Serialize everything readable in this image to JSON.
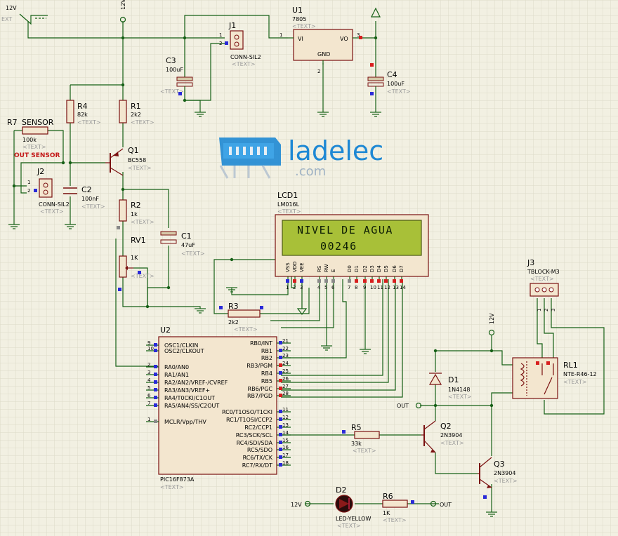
{
  "power": {
    "vcc": "12V",
    "ext": "EXT"
  },
  "components": {
    "u1": {
      "ref": "U1",
      "value": "7805",
      "vi": "VI",
      "vo": "VO",
      "gnd": "GND",
      "p1": "1",
      "p2": "2",
      "p3": "3"
    },
    "j1": {
      "ref": "J1",
      "value": "CONN-SIL2",
      "p1": "1",
      "p2": "2"
    },
    "c3": {
      "ref": "C3",
      "value": "100uF"
    },
    "c4": {
      "ref": "C4",
      "value": "100uF"
    },
    "r4": {
      "ref": "R4",
      "value": "82k"
    },
    "r1": {
      "ref": "R1",
      "value": "2k2"
    },
    "r7": {
      "ref": "R7",
      "value": "100k"
    },
    "sensor": {
      "label": "SENSOR",
      "out": "OUT SENSOR"
    },
    "q1": {
      "ref": "Q1",
      "value": "BC558"
    },
    "j2": {
      "ref": "J2",
      "value": "CONN-SIL2",
      "p1": "1",
      "p2": "2"
    },
    "c2": {
      "ref": "C2",
      "value": "100nF"
    },
    "r2": {
      "ref": "R2",
      "value": "1k"
    },
    "rv1": {
      "ref": "RV1",
      "value": "1K"
    },
    "c1": {
      "ref": "C1",
      "value": "47uF"
    },
    "r3": {
      "ref": "R3",
      "value": "2k2"
    },
    "lcd1": {
      "ref": "LCD1",
      "value": "LM016L",
      "line1": "NIVEL DE AGUA",
      "line2": "00246",
      "pins": [
        "VSS",
        "VDD",
        "VEE",
        "RS",
        "RW",
        "E",
        "D0",
        "D1",
        "D2",
        "D3",
        "D4",
        "D5",
        "D6",
        "D7"
      ],
      "pin_numbers": [
        "1",
        "2",
        "3",
        "4",
        "5",
        "6",
        "7",
        "8",
        "9",
        "10",
        "11",
        "12",
        "13",
        "14"
      ]
    },
    "u2": {
      "ref": "U2",
      "value": "PIC16F873A",
      "left_pins": [
        {
          "n": "9",
          "name": "OSC1/CLKIN"
        },
        {
          "n": "10",
          "name": "OSC2/CLKOUT"
        },
        {
          "n": "2",
          "name": "RA0/AN0"
        },
        {
          "n": "3",
          "name": "RA1/AN1"
        },
        {
          "n": "4",
          "name": "RA2/AN2/VREF-/CVREF"
        },
        {
          "n": "5",
          "name": "RA3/AN3/VREF+"
        },
        {
          "n": "6",
          "name": "RA4/T0CKI/C1OUT"
        },
        {
          "n": "7",
          "name": "RA5/AN4/SS/C2OUT"
        },
        {
          "n": "1",
          "name": "MCLR/Vpp/THV"
        }
      ],
      "right_pins": [
        {
          "n": "21",
          "name": "RB0/INT"
        },
        {
          "n": "22",
          "name": "RB1"
        },
        {
          "n": "23",
          "name": "RB2"
        },
        {
          "n": "24",
          "name": "RB3/PGM"
        },
        {
          "n": "25",
          "name": "RB4"
        },
        {
          "n": "26",
          "name": "RB5"
        },
        {
          "n": "27",
          "name": "RB6/PGC"
        },
        {
          "n": "28",
          "name": "RB7/PGD"
        },
        {
          "n": "11",
          "name": "RC0/T1OSO/T1CKI"
        },
        {
          "n": "12",
          "name": "RC1/T1OSI/CCP2"
        },
        {
          "n": "13",
          "name": "RC2/CCP1"
        },
        {
          "n": "14",
          "name": "RC3/SCK/SCL"
        },
        {
          "n": "15",
          "name": "RC4/SDI/SDA"
        },
        {
          "n": "16",
          "name": "RC5/SDO"
        },
        {
          "n": "17",
          "name": "RC6/TX/CK"
        },
        {
          "n": "18",
          "name": "RC7/RX/DT"
        }
      ]
    },
    "j3": {
      "ref": "J3",
      "value": "TBLOCK-M3",
      "p1": "1",
      "p2": "2",
      "p3": "3"
    },
    "rl1": {
      "ref": "RL1",
      "value": "NTE-R46-12"
    },
    "d1": {
      "ref": "D1",
      "value": "1N4148"
    },
    "r5": {
      "ref": "R5",
      "value": "33k"
    },
    "q2": {
      "ref": "Q2",
      "value": "2N3904"
    },
    "q3": {
      "ref": "Q3",
      "value": "2N3904"
    },
    "d2": {
      "ref": "D2",
      "value": "LED-YELLOW"
    },
    "r6": {
      "ref": "R6",
      "value": "1K"
    }
  },
  "nets": {
    "out": "OUT",
    "vcc": "12V"
  },
  "placeholder_text": "<TEXT>",
  "watermark": {
    "brand": "ladelec",
    "domain": ".com"
  },
  "colors": {
    "wire": "#166016",
    "component": "#7a1010",
    "lcd_screen": "#a8c038",
    "brand": "#1e88d4"
  }
}
